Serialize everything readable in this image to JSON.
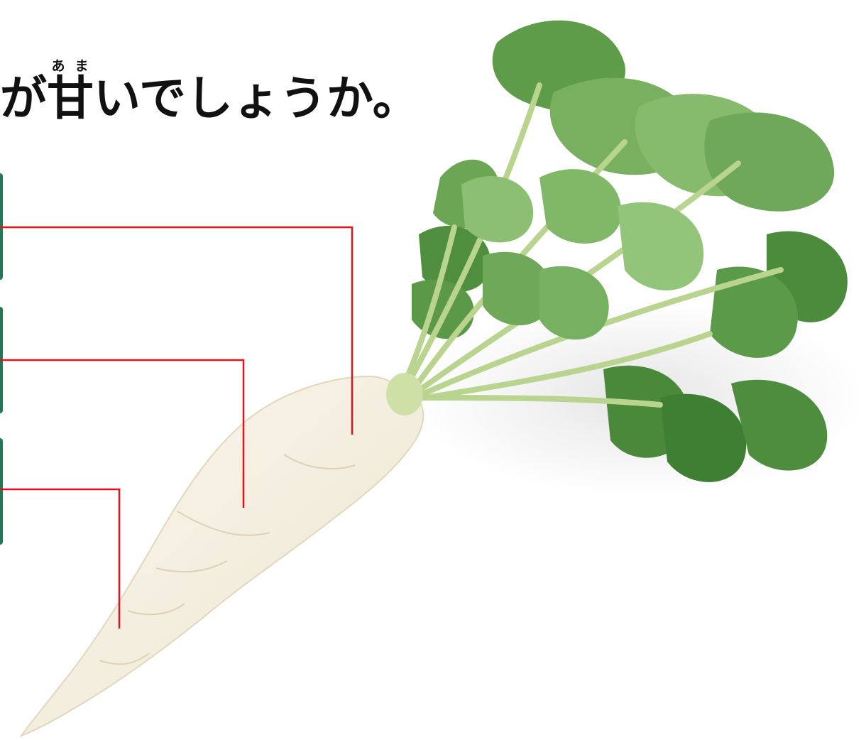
{
  "question": {
    "text_before": "が",
    "ruby_base": "甘",
    "ruby_reading": "あま",
    "text_after": "いでしょうか。"
  },
  "parts": [
    {
      "name": "top-part"
    },
    {
      "name": "middle-part"
    },
    {
      "name": "bottom-part"
    }
  ],
  "colors": {
    "leader_line": "#e0141e",
    "tab": "#1f7a55",
    "root": "#f4efe2",
    "leaf": "#5e9a4a",
    "stem": "#c6d9a0"
  },
  "illustration": "daikon-radish"
}
